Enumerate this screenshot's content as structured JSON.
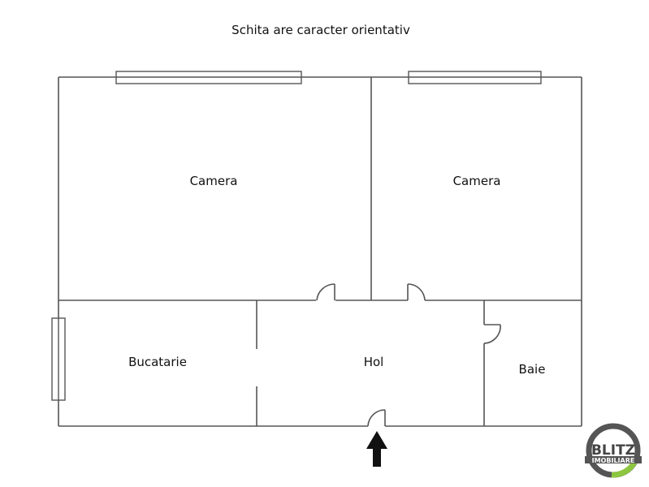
{
  "title": "Schita are caracter orientativ",
  "rooms": {
    "camera_left": "Camera",
    "camera_right": "Camera",
    "bucatarie": "Bucatarie",
    "hol": "Hol",
    "baie": "Baie"
  },
  "logo": {
    "line1": "BLITZ",
    "line2": "IMOBILIARE",
    "ring_color": "#555555",
    "accent_color": "#8dc63f"
  },
  "colors": {
    "wall": "#555555",
    "arrow": "#111111"
  }
}
